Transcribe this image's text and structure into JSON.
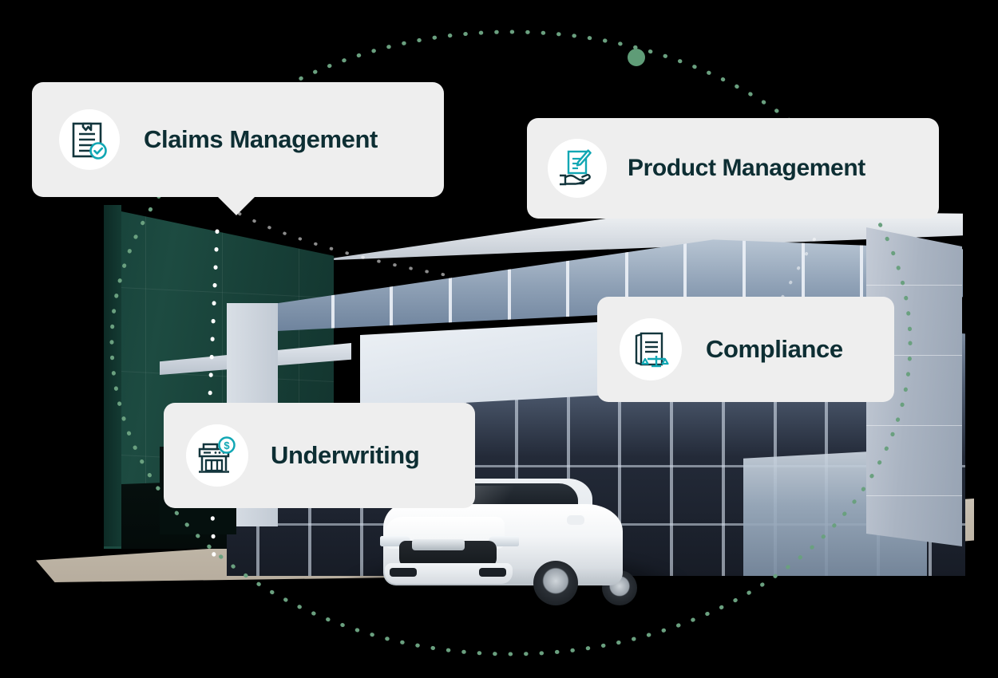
{
  "scene": {
    "description": "Car dealership building exterior with white SUV",
    "background_color": "#000000",
    "green_facade_color": "#1d433c",
    "ground_color": "#c3baab"
  },
  "theme": {
    "card_background": "#eeeeee",
    "card_text": "#0d2e33",
    "icon_circle": "#ffffff",
    "icon_dark": "#12353c",
    "icon_accent": "#11a7b4",
    "orbit_dot": "#6aa07f",
    "orbit_marker": "#5f9c77",
    "guide_dot": "#ffffff"
  },
  "cards": [
    {
      "id": "claims",
      "label": "Claims Management",
      "icon": "clipboard-check-icon",
      "has_tail": true
    },
    {
      "id": "product",
      "label": "Product Management",
      "icon": "hand-document-pen-icon",
      "has_tail": false
    },
    {
      "id": "compliance",
      "label": "Compliance",
      "icon": "documents-scales-icon",
      "has_tail": false
    },
    {
      "id": "underwriting",
      "label": "Underwriting",
      "icon": "storefront-dollar-icon",
      "has_tail": false
    }
  ],
  "decorations": {
    "orbit_path_label": "dotted-orbit-ellipse",
    "orbit_marker_label": "orbit-position-marker",
    "vertical_guide_label": "dotted-vertical-connector"
  }
}
